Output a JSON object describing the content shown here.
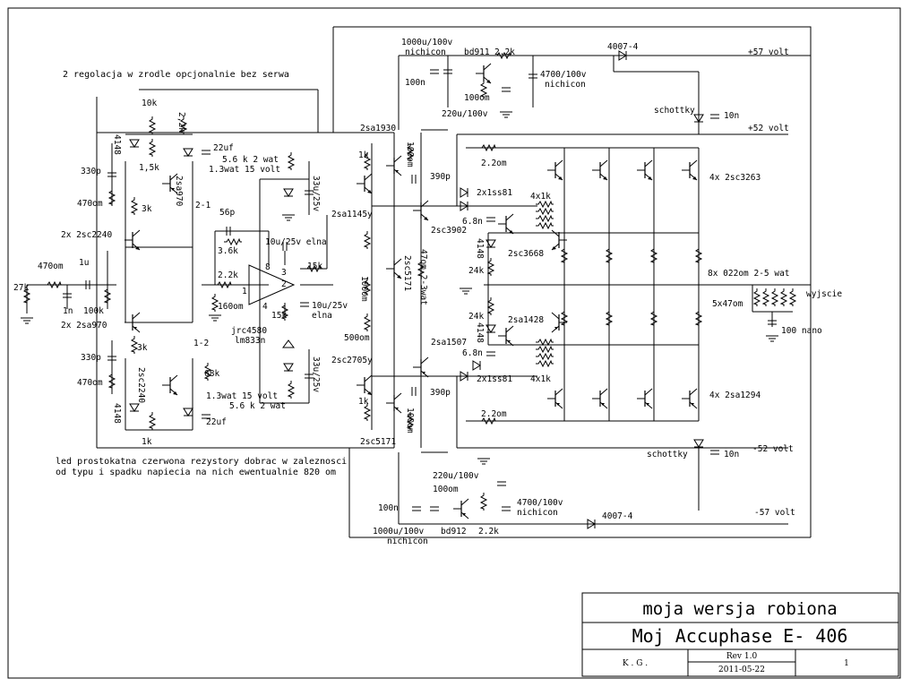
{
  "notes": {
    "top": "2 regolacja w zrodle opcjonalnie bez serwa",
    "bottom_line1": "led prostokatna czerwona rezystory dobrac w zaleznosci",
    "bottom_line2": "od typu i spadku napiecia na nich ewentualnie 820 om"
  },
  "labels": {
    "in_470om": "470om",
    "in_1u": "1u",
    "in_27k": "27k",
    "in_1n": "1n",
    "in_100k": "100k",
    "pair_top": "2x 2sc2240",
    "pair_bot": "2x 2sa970",
    "c330p_top": "330p",
    "r470_top": "470om",
    "c330p_bot": "330p",
    "r470_bot": "470om",
    "r10k": "10k",
    "r2_2k_a": "2,2k",
    "d4148_a": "4148",
    "r1_5k": "1,5k",
    "r3k_a": "3k",
    "q2sa970": "2sa970",
    "c22uf_a": "22uf",
    "zener_a1": "5.6 k 2 wat",
    "zener_a2": "1.3wat 15 volt",
    "node_21": "2-1",
    "node_12": "1-2",
    "r68k": "68k",
    "c22uf_b": "22uf",
    "zener_b1": "1.3wat 15 volt",
    "zener_b2": "5.6 k 2 wat",
    "r3k_b": "3k",
    "q2sc2240": "2sc2240",
    "d4148_b": "4148",
    "r1k_b": "1k",
    "c56p": "56p",
    "r3_6k": "3.6k",
    "c10u_a": "10u/25v elna",
    "r2_2k_b": "2.2k",
    "r160om": "160om",
    "pin8": "8",
    "pin3": "3",
    "pin2": "2",
    "pin1": "1",
    "pin4": "4",
    "r15k_a": "15k",
    "r15k_b": "15k",
    "c10u_b": "10u/25v",
    "elna_b": "elna",
    "opamp1": "jrc4580",
    "opamp2": "lm833n",
    "c33u_a": "33u/25v",
    "c33u_b": "33u/25v",
    "q2sa1930": "2sa1930",
    "r1k_c": "1k",
    "r100om_a": "100om",
    "c390p_a": "390p",
    "q2sa1145y": "2sa1145y",
    "q2sc3902": "2sc3902",
    "q2sc5171_a": "2sc5171",
    "r47om": "47om 2-3wat",
    "r100om_b": "100om",
    "r500om": "500om",
    "q2sa1507": "2sa1507",
    "q2sc2705y": "2sc2705y",
    "r1k_d": "1k",
    "r100om_c": "100om",
    "c390p_b": "390p",
    "q2sc5171_b": "2sc5171",
    "c1000u_a": "1000u/100v",
    "nichicon_a": "nichicon",
    "bd911": "bd911",
    "r2_2k_c": "2.2k",
    "c4700_a": "4700/100v",
    "nichicon_b": "nichicon",
    "c100n_a": "100n",
    "r100om_d": "100om",
    "c220u_a": "220u/100v",
    "c220u_b": "220u/100v",
    "r100om_e": "100om",
    "c100n_b": "100n",
    "c4700_b": "4700/100v",
    "nichicon_c": "nichicon",
    "c1000u_b": "1000u/100v",
    "bd912": "bd912",
    "r2_2k_d": "2.2k",
    "nichicon_d": "nichicon",
    "d4007_a": "4007-4",
    "d4007_b": "4007-4",
    "v57p": "+57 volt",
    "v52p": "+52 volt",
    "v52n": "-52 volt",
    "v57n": "-57 volt",
    "schottky_a": "schottky",
    "c10n_a": "10n",
    "schottky_b": "schottky",
    "c10n_b": "10n",
    "d2x1ss81_a": "2x1ss81",
    "d2x1ss81_b": "2x1ss81",
    "c6_8n_a": "6.8n",
    "c6_8n_b": "6.8n",
    "r2_2om_a": "2.2om",
    "r2_2om_b": "2.2om",
    "r4x1k_a": "4x1k",
    "r4x1k_b": "4x1k",
    "q2sc3668": "2sc3668",
    "q2sa1428": "2sa1428",
    "d4148_c": "4148",
    "d4148_d": "4148",
    "r24k_a": "24k",
    "r24k_b": "24k",
    "out_npn": "4x 2sc3263",
    "out_pnp": "4x 2sa1294",
    "r8x022": "8x 022om 2-5 wat",
    "r5x47": "5x47om",
    "c100nano": "100 nano",
    "out_label": "wyjscie"
  },
  "titleblock": {
    "heading": "moja wersja robiona",
    "project": "Moj Accuphase E- 406",
    "author": "K . G .",
    "revision": "Rev 1.0",
    "date": "2011-05-22",
    "sheet": "1"
  }
}
